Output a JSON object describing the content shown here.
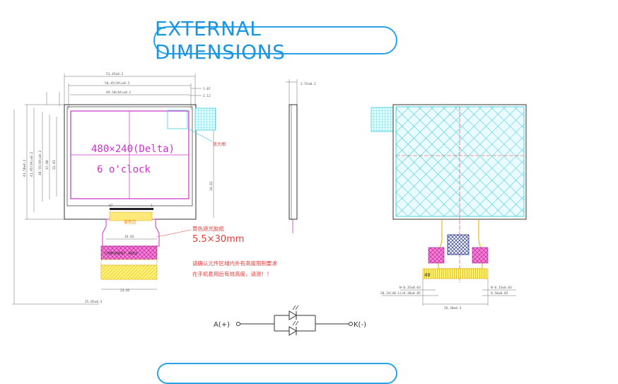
{
  "header": {
    "title": "EXTERNAL DIMENSIONS"
  },
  "front_view": {
    "resolution_label": "480×240(Delta)",
    "viewing_label": "6 o'clock",
    "pin_first": "07",
    "pin_last": "1",
    "corner_note": "放大图",
    "fpc_label": "黄色区",
    "component_area_label": "COMPONENT AREA",
    "tape_note": "黄色遮光胶纸",
    "tape_size": "5.5×30mm",
    "warning_line1": "请确认元件区域内外有高度限制要求",
    "warning_line2": "在手机套用后有效高度，请测！！",
    "dims_top": [
      "51.45±0.2",
      "50.45(VA)±0.2",
      "49.50(AA)±0.2"
    ],
    "dims_side_right": [
      "1.07",
      "2.12"
    ],
    "dim_bottom_small": [
      "16.03",
      "23.05"
    ],
    "dim_bottom_large": "25.05±0.3",
    "dims_left": [
      "43.50±0.2",
      "41.95(VA)±0.2",
      "40.55(AA)±0.2",
      "37.90",
      "32.93"
    ],
    "dim_right_vertical": "34.82"
  },
  "side_view": {
    "thickness": "2.55±0.2"
  },
  "back_view": {
    "pin_count_label": "40",
    "dims_bottom": [
      "N-0.35±0.03",
      "20.24(40-1)×0.30±0.05",
      "N-0.15±0.03",
      "0.50±0.03"
    ],
    "dim_width": "26.30±0.3"
  },
  "circuit": {
    "anode": "A(+)",
    "cathode": "K(-)"
  },
  "colors": {
    "title": "#1e96de",
    "lcd_border": "#cc33cc",
    "mesh": "#26c6da",
    "fpc_fill": "#ffe97a",
    "red_note": "#e23b3b",
    "dim_line": "#6a6a6a"
  }
}
